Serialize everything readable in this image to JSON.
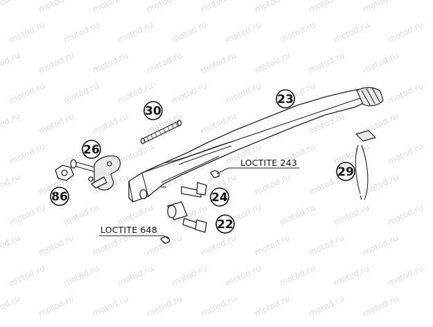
{
  "watermark": {
    "text": "motod.ru"
  },
  "callouts": [
    {
      "id": "23",
      "label": "23"
    },
    {
      "id": "30",
      "label": "30"
    },
    {
      "id": "26",
      "label": "26"
    },
    {
      "id": "86",
      "label": "86"
    },
    {
      "id": "29",
      "label": "29"
    },
    {
      "id": "24",
      "label": "24"
    },
    {
      "id": "22",
      "label": "22"
    }
  ],
  "notes": {
    "loctite_243": "LOCTITE 243",
    "loctite_648": "LOCTITE 648"
  }
}
